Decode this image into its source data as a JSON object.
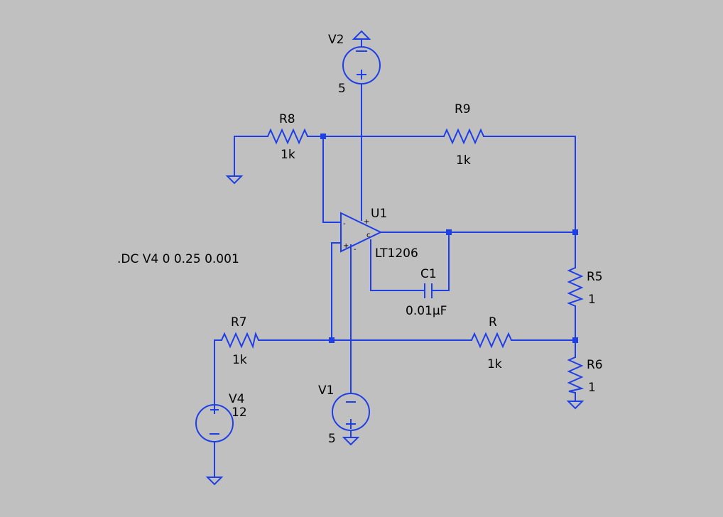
{
  "schematic": {
    "directive": ".DC V4 0 0.25 0.001",
    "components": {
      "V2": {
        "name": "V2",
        "value": "5"
      },
      "V1": {
        "name": "V1",
        "value": "5"
      },
      "V4": {
        "name": "V4",
        "value": "12"
      },
      "R8": {
        "name": "R8",
        "value": "1k"
      },
      "R9": {
        "name": "R9",
        "value": "1k"
      },
      "R7": {
        "name": "R7",
        "value": "1k"
      },
      "R": {
        "name": "R",
        "value": "1k"
      },
      "R5": {
        "name": "R5",
        "value": "1"
      },
      "R6": {
        "name": "R6",
        "value": "1"
      },
      "C1": {
        "name": "C1",
        "value": "0.01μF"
      },
      "U1": {
        "name": "U1",
        "value": "LT1206"
      }
    },
    "pin_marks": {
      "minus": "-",
      "plus": "+",
      "comp": "c"
    },
    "colors": {
      "background": "#c0c0c0",
      "wire": "#1f3fe6",
      "text": "#000000"
    }
  }
}
